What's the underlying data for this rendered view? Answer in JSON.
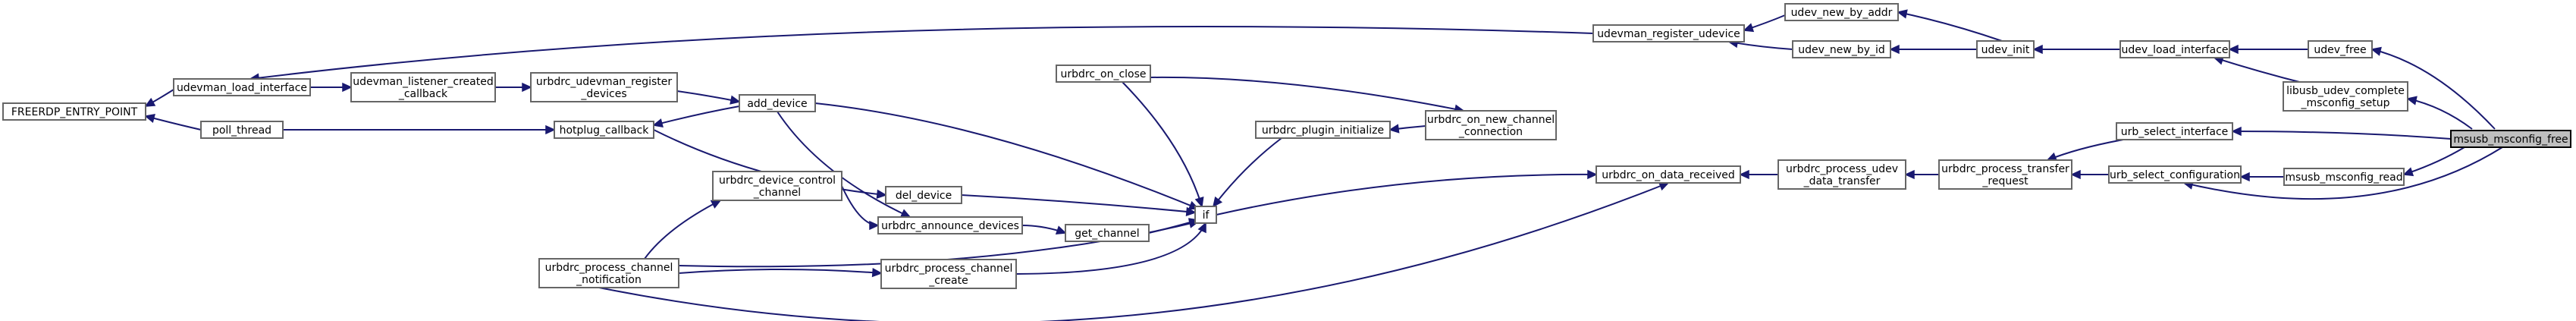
{
  "colors": {
    "edge": "#191970",
    "node_border": "#666666",
    "focus_fill": "#bfbfbf"
  },
  "nodes": {
    "msusb_msconfig_free": [
      "msusb_msconfig_free"
    ],
    "udev_free": [
      "udev_free"
    ],
    "libusb_udev_complete_msconfig_setup": [
      "libusb_udev_complete",
      "_msconfig_setup"
    ],
    "urb_select_interface": [
      "urb_select_interface"
    ],
    "urb_select_configuration": [
      "urb_select_configuration"
    ],
    "msusb_msconfig_read": [
      "msusb_msconfig_read"
    ],
    "udev_load_interface": [
      "udev_load_interface"
    ],
    "udev_init": [
      "udev_init"
    ],
    "udev_new_by_addr": [
      "udev_new_by_addr"
    ],
    "udev_new_by_id": [
      "udev_new_by_id"
    ],
    "udevman_register_udevice": [
      "udevman_register_udevice"
    ],
    "udevman_load_interface": [
      "udevman_load_interface"
    ],
    "FREERDP_ENTRY_POINT": [
      "FREERDP_ENTRY_POINT"
    ],
    "udevman_listener_created_callback": [
      "udevman_listener_created",
      "_callback"
    ],
    "urbdrc_udevman_register_devices": [
      "urbdrc_udevman_register",
      "_devices"
    ],
    "add_device": [
      "add_device"
    ],
    "poll_thread": [
      "poll_thread"
    ],
    "hotplug_callback": [
      "hotplug_callback"
    ],
    "urbdrc_process_transfer_request": [
      "urbdrc_process_transfer",
      "_request"
    ],
    "urbdrc_process_udev_data_transfer": [
      "urbdrc_process_udev",
      "_data_transfer"
    ],
    "urbdrc_on_data_received": [
      "urbdrc_on_data_received"
    ],
    "urbdrc_on_new_channel_connection": [
      "urbdrc_on_new_channel",
      "_connection"
    ],
    "urbdrc_plugin_initialize": [
      "urbdrc_plugin_initialize"
    ],
    "urbdrc_on_close": [
      "urbdrc_on_close"
    ],
    "if": [
      "if"
    ],
    "del_device": [
      "del_device"
    ],
    "get_channel": [
      "get_channel"
    ],
    "urbdrc_announce_devices": [
      "urbdrc_announce_devices"
    ],
    "urbdrc_device_control_channel": [
      "urbdrc_device_control",
      "_channel"
    ],
    "urbdrc_process_channel_notification": [
      "urbdrc_process_channel",
      "_notification"
    ],
    "urbdrc_process_channel_create": [
      "urbdrc_process_channel",
      "_create"
    ]
  },
  "edges": [
    [
      "udev_free",
      "msusb_msconfig_free"
    ],
    [
      "libusb_udev_complete_msconfig_setup",
      "msusb_msconfig_free"
    ],
    [
      "urb_select_interface",
      "msusb_msconfig_free"
    ],
    [
      "msusb_msconfig_read",
      "msusb_msconfig_free"
    ],
    [
      "urb_select_configuration",
      "msusb_msconfig_free"
    ],
    [
      "udev_load_interface",
      "udev_free"
    ],
    [
      "udev_load_interface",
      "libusb_udev_complete_msconfig_setup"
    ],
    [
      "urbdrc_process_transfer_request",
      "urb_select_interface"
    ],
    [
      "urbdrc_process_transfer_request",
      "urb_select_configuration"
    ],
    [
      "urb_select_configuration",
      "msusb_msconfig_read"
    ],
    [
      "udev_init",
      "udev_load_interface"
    ],
    [
      "udev_new_by_addr",
      "udev_init"
    ],
    [
      "udev_new_by_id",
      "udev_init"
    ],
    [
      "udevman_register_udevice",
      "udev_new_by_addr"
    ],
    [
      "udevman_register_udevice",
      "udev_new_by_id"
    ],
    [
      "udevman_load_interface",
      "udevman_register_udevice"
    ],
    [
      "FREERDP_ENTRY_POINT",
      "udevman_load_interface"
    ],
    [
      "udevman_listener_created_callback",
      "udevman_load_interface"
    ],
    [
      "urbdrc_udevman_register_devices",
      "udevman_listener_created_callback"
    ],
    [
      "add_device",
      "urbdrc_udevman_register_devices"
    ],
    [
      "hotplug_callback",
      "add_device"
    ],
    [
      "poll_thread",
      "hotplug_callback"
    ],
    [
      "FREERDP_ENTRY_POINT",
      "poll_thread"
    ],
    [
      "urbdrc_process_udev_data_transfer",
      "urbdrc_process_transfer_request"
    ],
    [
      "urbdrc_on_data_received",
      "urbdrc_process_udev_data_transfer"
    ],
    [
      "if",
      "urbdrc_on_data_received"
    ],
    [
      "urbdrc_on_new_channel_connection",
      "urbdrc_on_close"
    ],
    [
      "urbdrc_plugin_initialize",
      "urbdrc_on_new_channel_connection"
    ],
    [
      "if",
      "urbdrc_plugin_initialize"
    ],
    [
      "if",
      "urbdrc_on_close"
    ],
    [
      "if",
      "add_device"
    ],
    [
      "if",
      "del_device"
    ],
    [
      "if",
      "get_channel"
    ],
    [
      "if",
      "urbdrc_process_channel_create"
    ],
    [
      "if",
      "urbdrc_process_channel_notification"
    ],
    [
      "del_device",
      "hotplug_callback"
    ],
    [
      "get_channel",
      "urbdrc_announce_devices"
    ],
    [
      "urbdrc_announce_devices",
      "add_device"
    ],
    [
      "urbdrc_announce_devices",
      "urbdrc_device_control_channel"
    ],
    [
      "urbdrc_device_control_channel",
      "urbdrc_process_channel_notification"
    ],
    [
      "urbdrc_process_channel_create",
      "urbdrc_process_channel_notification"
    ],
    [
      "urbdrc_on_data_received",
      "urbdrc_process_channel_notification"
    ]
  ]
}
